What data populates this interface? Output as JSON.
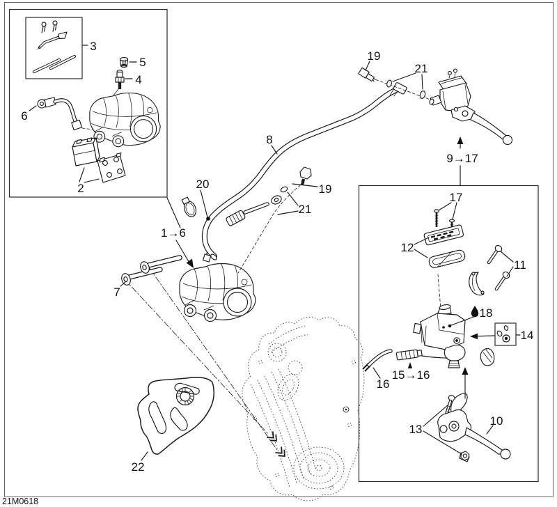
{
  "page": {
    "doc_code": "21M0618"
  },
  "colors": {
    "background": "#ffffff",
    "line": "#1a1a1a"
  },
  "callouts": {
    "n3": "3",
    "n5": "5",
    "n4": "4",
    "n6": "6",
    "n2": "2",
    "n1to6": "1→6",
    "n7": "7",
    "n22": "22",
    "n20": "20",
    "n8": "8",
    "n19_top": "19",
    "n21_top": "21",
    "n9to17": "9→17",
    "n19_mid": "19",
    "n21_mid": "21",
    "n17": "17",
    "n12": "12",
    "n11": "11",
    "n18": "18",
    "n14": "14",
    "n16": "16",
    "n15to16": "15→16",
    "n13": "13",
    "n10": "10"
  }
}
